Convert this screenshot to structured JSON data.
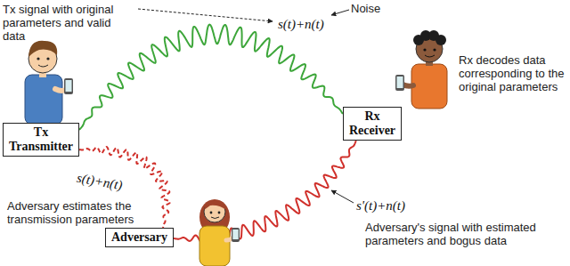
{
  "diagram": {
    "nodes": [
      {
        "text": [
          "Tx Transmitter"
        ]
      },
      {
        "text": [
          "Rx Receiver"
        ]
      },
      {
        "text": [
          "Adversary"
        ]
      }
    ],
    "edges": [
      {
        "from": 0,
        "to": 1,
        "arrow": "none"
      },
      {
        "from": 0,
        "to": 2,
        "arrow": "none"
      },
      {
        "from": 2,
        "to": 1,
        "arrow": "none"
      }
    ],
    "labels": [
      "Tx signal with original parameters and valid data",
      "s(t)+n(t)",
      "Noise",
      "Rx decodes data corresponding to the original parameters",
      "s(t)+n(t)",
      "Adversary estimates the transmission parameters",
      "s'(t)+n(t)",
      "Adversary's signal with estimated parameters and bogus data"
    ]
  }
}
